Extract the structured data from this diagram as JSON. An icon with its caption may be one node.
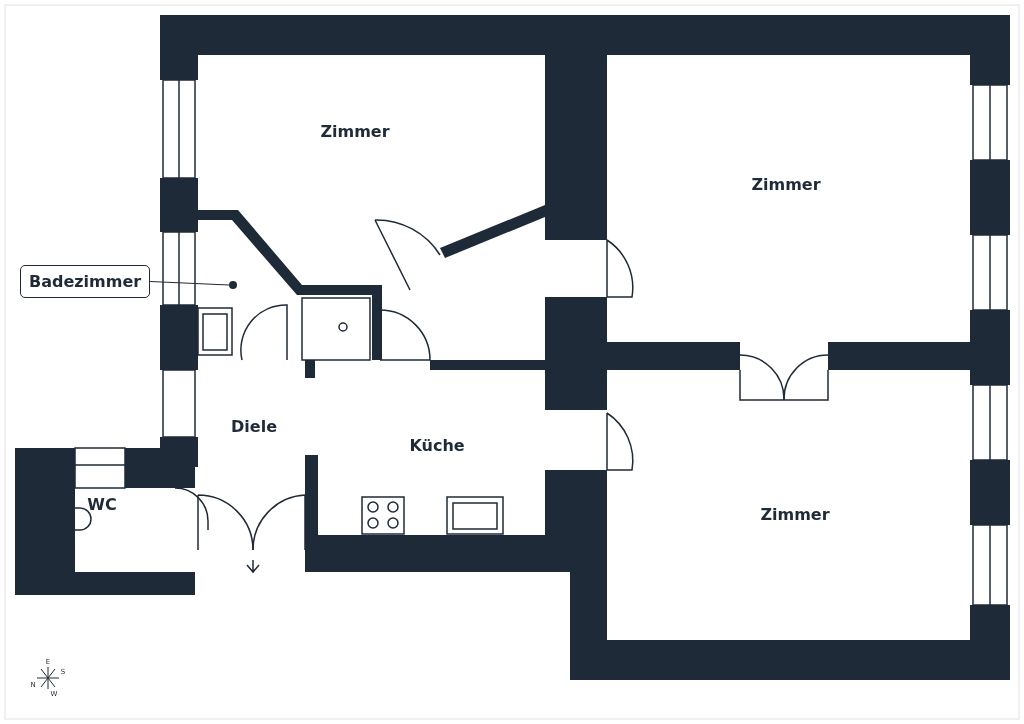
{
  "diagram": {
    "nodes": [
      {
        "text": [
          "Badezimmer"
        ]
      },
      {
        "text": [],
        "shape": "circle"
      }
    ],
    "edges": [
      {
        "from": 0,
        "to": 1,
        "arrow": "none"
      }
    ],
    "labels": [
      "Zimmer",
      "Zimmer",
      "Diele",
      "Küche",
      "WC",
      "Zimmer",
      "E",
      "N",
      "S",
      "W"
    ]
  }
}
